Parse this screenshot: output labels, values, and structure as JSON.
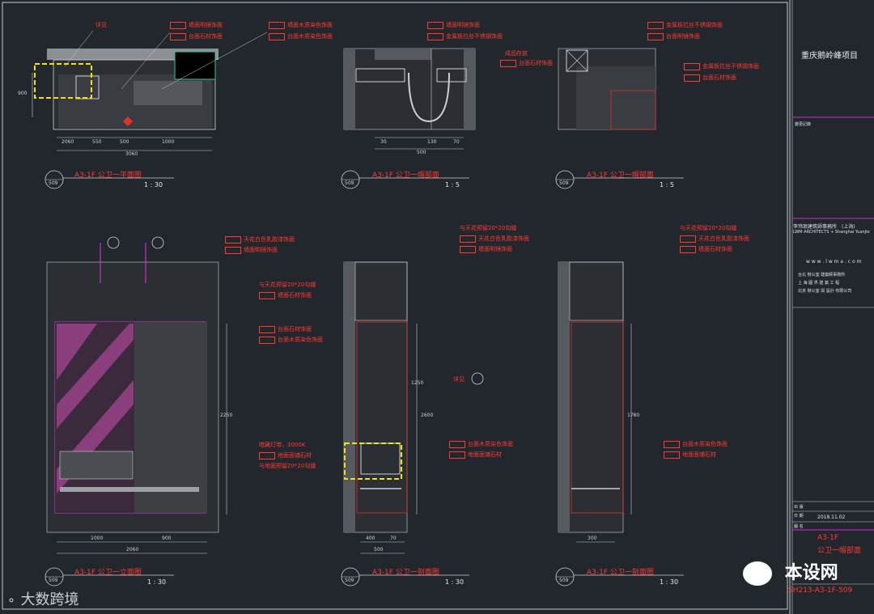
{
  "project_title": "重庆鹅岭峰项目",
  "firm": {
    "name": "李玮珉建筑師事務所　(上海)",
    "name_en": "LWM ARCHITECTS + Shanghai YuanJie",
    "web": "w w w . l w m a . c o m",
    "small_lines": [
      "台北 辦公室 建築師事務所",
      "上 海 圓 界 建 築 工 程",
      "北京 辦公室 與 設計 有限公司"
    ],
    "label_1": "變更記錄"
  },
  "date": "2018.11.02",
  "sheet_name_line1": "A3-1F",
  "sheet_name_line2": "公卫一帽部面",
  "drawing_number": "SH213-A3-1F-509",
  "watermarks": {
    "left": "大数跨境",
    "right": "本设网"
  },
  "views": [
    {
      "title": "A3-1F  公卫一平面图",
      "scale": "1 : 30",
      "num": "509"
    },
    {
      "title": "A3-1F  公卫一帽部面",
      "scale": "1 : 5",
      "num": "509"
    },
    {
      "title": "A3-1F  公卫一帽部面",
      "scale": "1 : 5",
      "num": "509"
    },
    {
      "title": "A3-1F  公卫一立面图",
      "scale": "1 : 30",
      "num": "509"
    },
    {
      "title": "A3-1F  公卫一剖面图",
      "scale": "1 : 30",
      "num": "509"
    },
    {
      "title": "A3-1F  公卫一剖面图",
      "scale": "1 : 30",
      "num": "509"
    }
  ],
  "annotations": {
    "plan": [
      "墙面明镜饰面",
      "台面石材饰面"
    ],
    "plan2": [
      "墙面木质染色饰面",
      "台面木质染色饰面"
    ],
    "detail1": [
      "墙面明镜饰面",
      "金属板拉丝不锈钢饰面",
      "成品存放",
      "台面石材饰面"
    ],
    "detail2": [
      "金属板拉丝不锈钢饰面",
      "台面明镜饰面",
      "金属板拉丝不锈钢饰面",
      "台面石材饰面"
    ],
    "elev": [
      "天花白色乳胶漆饰面",
      "墙面明镜饰面",
      "与天花预留20*20勾缝",
      "墙面石材饰面",
      "台面石材饰面",
      "台面木质染色饰面",
      "暗藏灯带，3000K",
      "地面面铺石材",
      "与地面预留20*20勾缝"
    ],
    "sec1": [
      "与天花预留20*20勾缝",
      "天花白色乳胶漆饰面",
      "墙面明镜饰面",
      "台面木质染色饰面",
      "地面面铺石材"
    ],
    "sec2": [
      "与天花预留20*20勾缝",
      "天花白色乳胶漆饰面",
      "墙面石材饰面",
      "台面木质染色饰面",
      "地面面铺石材"
    ],
    "detail_label": "详见"
  },
  "dims": {
    "plan_bottom": [
      "2060",
      "550",
      "500",
      "1000",
      "3060"
    ],
    "plan_side": "900",
    "det1_bottom": [
      "30",
      "130",
      "70",
      "500"
    ],
    "elev_bottom": [
      "1000",
      "900",
      "2060"
    ],
    "elev_side": "2250",
    "sec1_bottom": [
      "400",
      "70",
      "500"
    ],
    "sec1_side": [
      "1250",
      "2600"
    ],
    "sec2_bottom": "300",
    "sec2_side": "1780"
  },
  "tb_labels": {
    "l1": "出 版",
    "l2": "日 期",
    "l3": "圖 名"
  }
}
